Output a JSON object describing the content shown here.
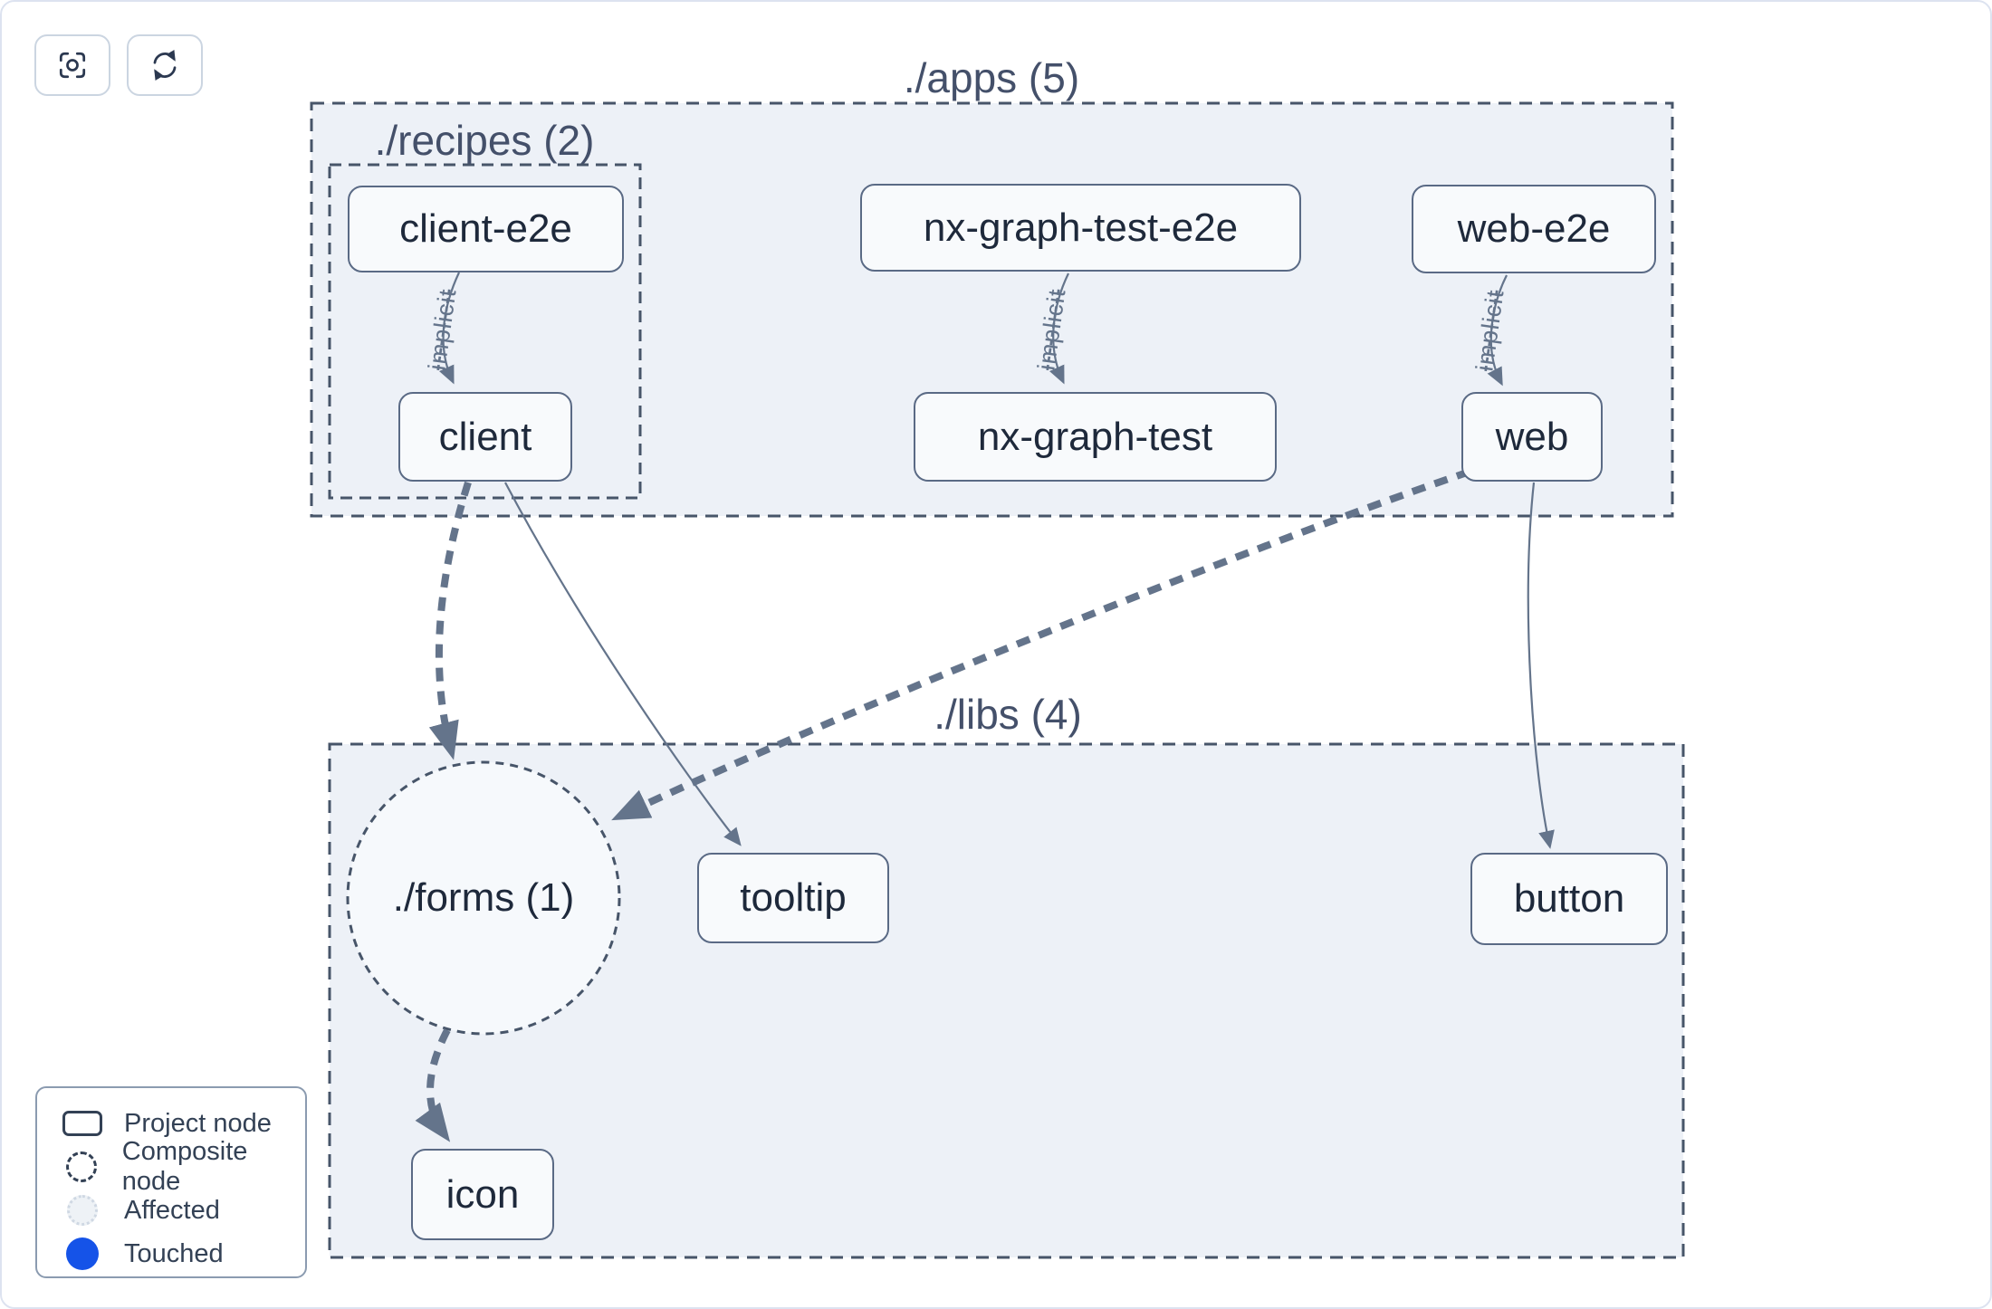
{
  "toolbar": {
    "buttons": [
      {
        "icon": "scan-focus-icon"
      },
      {
        "icon": "refresh-icon"
      }
    ]
  },
  "groups": {
    "apps": {
      "label": "./apps (5)"
    },
    "recipes": {
      "label": "./recipes (2)"
    },
    "libs": {
      "label": "./libs (4)"
    },
    "forms_composite": {
      "label": "./forms (1)"
    }
  },
  "nodes": {
    "client_e2e": {
      "label": "client-e2e"
    },
    "nx_graph_test_e2e": {
      "label": "nx-graph-test-e2e"
    },
    "web_e2e": {
      "label": "web-e2e"
    },
    "client": {
      "label": "client"
    },
    "nx_graph_test": {
      "label": "nx-graph-test"
    },
    "web": {
      "label": "web"
    },
    "tooltip": {
      "label": "tooltip"
    },
    "button": {
      "label": "button"
    },
    "icon": {
      "label": "icon"
    }
  },
  "edges": {
    "implicit_label": "implicit",
    "list": [
      {
        "from": "client-e2e",
        "to": "client",
        "type": "implicit"
      },
      {
        "from": "nx-graph-test-e2e",
        "to": "nx-graph-test",
        "type": "implicit"
      },
      {
        "from": "web-e2e",
        "to": "web",
        "type": "implicit"
      },
      {
        "from": "client",
        "to": "./forms (1)",
        "type": "composite"
      },
      {
        "from": "client",
        "to": "tooltip",
        "type": "direct"
      },
      {
        "from": "web",
        "to": "./forms (1)",
        "type": "composite"
      },
      {
        "from": "web",
        "to": "button",
        "type": "direct"
      },
      {
        "from": "./forms (1)",
        "to": "icon",
        "type": "composite"
      }
    ]
  },
  "legend": {
    "items": [
      {
        "label": "Project node",
        "swatch": "project"
      },
      {
        "label": "Composite node",
        "swatch": "composite"
      },
      {
        "label": "Affected",
        "swatch": "affected"
      },
      {
        "label": "Touched",
        "swatch": "touched"
      }
    ]
  },
  "colors": {
    "touched_blue": "#1553e8",
    "container_fill": "#edf1f7",
    "composite_fill": "#f6f9fc",
    "edge": "#64748b",
    "group_border": "#475569",
    "node_text": "#1e293b"
  }
}
